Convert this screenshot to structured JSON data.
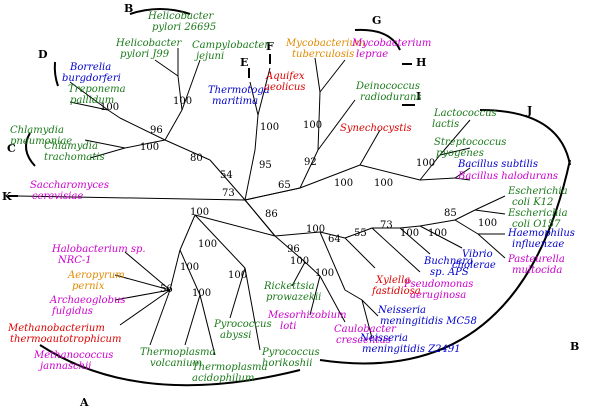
{
  "colors": {
    "green": "#1a7a1a",
    "blue": "#0000cc",
    "red": "#dd0000",
    "magenta": "#cc00cc",
    "orange": "#e08a00"
  },
  "species": {
    "h_pylori_26695": [
      "Helicobacter",
      "pylori 26695"
    ],
    "h_pylori_j99": [
      "Helicobacter",
      "pylori J99"
    ],
    "campylobacter": [
      "Campylobacter",
      "jejuni"
    ],
    "mycobacterium_tb": [
      "Mycobacterium",
      "tuberculosis"
    ],
    "mycobacterium_leprae": [
      "Mycobacterium",
      "leprae"
    ],
    "borrelia": [
      "Borrelia",
      "burgdorferi"
    ],
    "treponema": [
      "Treponema",
      "pallidum"
    ],
    "thermotoga": [
      "Thermotoga",
      "maritima"
    ],
    "aquifex": [
      "Aquifex",
      "aeolicus"
    ],
    "deinococcus": [
      "Deinococcus",
      "radiodurans"
    ],
    "chlamydia_pn": [
      "Chlamydia",
      "pneumoniae"
    ],
    "chlamydia_tr": [
      "Chlamydia",
      "trachomatis"
    ],
    "synechocystis": [
      "Synechocystis"
    ],
    "lactococcus": [
      "Lactococcus",
      "lactis"
    ],
    "streptococcus": [
      "Streptococcus",
      "pyogenes"
    ],
    "bacillus_sub": [
      "Bacillus subtilis"
    ],
    "bacillus_hal": [
      "Bacillus halodurans"
    ],
    "saccharomyces": [
      "Saccharomyces",
      "cerevisiae"
    ],
    "ecoli_k12": [
      "Escherichia",
      "coli K12"
    ],
    "ecoli_o157": [
      "Escherichia",
      "coli O157"
    ],
    "haemophilus": [
      "Haemophilus",
      "influenzae"
    ],
    "pasteurella": [
      "Pasteurella",
      "multocida"
    ],
    "vibrio": [
      "Vibrio",
      "cholerae"
    ],
    "buchnera": [
      "Buchnera",
      "sp. APS"
    ],
    "pseudomonas": [
      "Pseudomonas",
      "aeruginosa"
    ],
    "xylella": [
      "Xylella",
      "fastidiosa"
    ],
    "halobacterium": [
      "Halobacterium sp.",
      "NRC-1"
    ],
    "aeropyrum": [
      "Aeropyrum",
      "pernix"
    ],
    "archaeoglobus": [
      "Archaeoglobus",
      "fulgidus"
    ],
    "methanobacterium": [
      "Methanobacterium",
      "thermoautotrophicum"
    ],
    "methanococcus": [
      "Methanococcus",
      "jannaschii"
    ],
    "thermoplasma_v": [
      "Thermoplasma",
      "volcanium"
    ],
    "thermoplasma_a": [
      "Thermoplasma",
      "acidophilum"
    ],
    "pyrococcus_a": [
      "Pyrococcus",
      "abyssi"
    ],
    "pyrococcus_h": [
      "Pyrococcus",
      "horikoshii"
    ],
    "rickettsia": [
      "Rickettsia",
      "prowazekii"
    ],
    "mesorhizobium": [
      "Mesorhizobium",
      "loti"
    ],
    "caulobacter": [
      "Caulobacter",
      "crescentus"
    ],
    "neisseria_mc58": [
      "Neisseria",
      "meningitidis MC58"
    ],
    "neisseria_z2491": [
      "Neisseria",
      "meningitidis Z2491"
    ]
  },
  "bootstrap": {
    "b100_hp": "100",
    "b100_bt": "100",
    "b96": "96",
    "b100_ch": "100",
    "b80": "80",
    "b54": "54",
    "b95": "95",
    "b100_tm": "100",
    "b100_my": "100",
    "b92": "92",
    "b73": "73",
    "b65": "65",
    "b100_sy": "100",
    "b100_ls": "100",
    "b100_ba": "100",
    "b86": "86",
    "b100_ar": "100",
    "b100_eu": "100",
    "b64": "64",
    "b55": "55",
    "b73b": "73",
    "b100_px": "100",
    "b100_vb": "100",
    "b85": "85",
    "b100_ec": "100",
    "b100_xy": "100",
    "b96b": "96",
    "b100_nm": "100",
    "b100_ha": "100",
    "b56": "56",
    "b100_py": "100",
    "b100_th": "100",
    "b100_rk": "100"
  },
  "clades": {
    "A": "A",
    "B": "B",
    "C": "C",
    "D": "D",
    "E": "E",
    "F": "F",
    "G": "G",
    "H": "H",
    "I": "I",
    "J": "J",
    "K": "K"
  }
}
